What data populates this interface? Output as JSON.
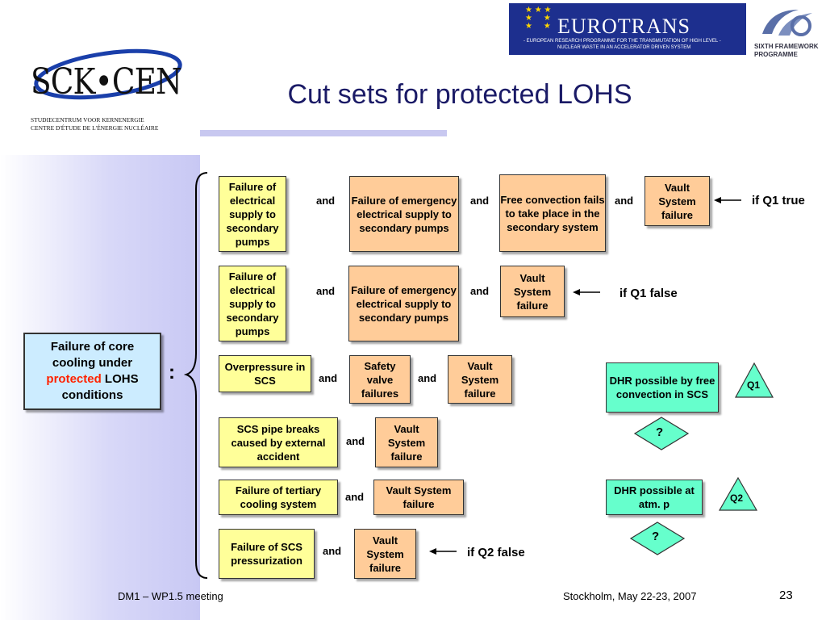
{
  "header": {
    "org_logo_text": "SCK•CEN",
    "org_subtitle_line1": "STUDIECENTRUM VOOR KERNENERGIE",
    "org_subtitle_line2": "CENTRE D'ÉTUDE DE L'ÉNERGIE NUCLÉAIRE",
    "eurotrans_title": "EUROTRANS",
    "eurotrans_sub1": "- EUROPEAN RESEARCH PROGRAMME FOR THE TRANSMUTATION OF HIGH LEVEL -",
    "eurotrans_sub2": "NUCLEAR WASTE IN AN ACCELERATOR DRIVEN SYSTEM",
    "fp6_line1": "SIXTH FRAMEWORK",
    "fp6_line2": "PROGRAMME"
  },
  "slide": {
    "title": "Cut sets for protected LOHS",
    "main_box": {
      "line1": "Failure of core",
      "line2": "cooling under",
      "red": "protected",
      "rest": " LOHS",
      "line4": "conditions"
    },
    "colon": ":",
    "and": "and",
    "rows": {
      "r1": [
        "Failure of electrical supply to secondary pumps",
        "Failure of emergency electrical supply to secondary pumps",
        "Free convection fails to take place  in the secondary system",
        "Vault System failure"
      ],
      "r1_if": "if Q1 true",
      "r2": [
        "Failure of electrical supply to secondary pumps",
        "Failure of emergency electrical supply to secondary pumps",
        "Vault System failure"
      ],
      "r2_if": "if Q1 false",
      "r3": [
        "Overpressure in SCS",
        "Safety valve failures",
        "Vault System failure"
      ],
      "r4": [
        "SCS pipe breaks caused by external accident",
        "Vault System failure"
      ],
      "r5": [
        "Failure of  tertiary cooling system",
        "Vault System failure"
      ],
      "r6": [
        "Failure of SCS pressurization",
        "Vault System failure"
      ],
      "r6_if": "if Q2 false"
    },
    "dhr1": "DHR possible by free convection in SCS",
    "q1": "Q1",
    "dhr2": "DHR possible at atm. p",
    "q2": "Q2",
    "question": "?"
  },
  "footer": {
    "left": "DM1 – WP1.5 meeting",
    "center": "Stockholm, May 22-23, 2007",
    "page": "23"
  },
  "colors": {
    "yellow": "#ffff99",
    "peach": "#ffcc99",
    "green": "#66ffcc",
    "main": "#ccecff",
    "title": "#1a1a66"
  }
}
